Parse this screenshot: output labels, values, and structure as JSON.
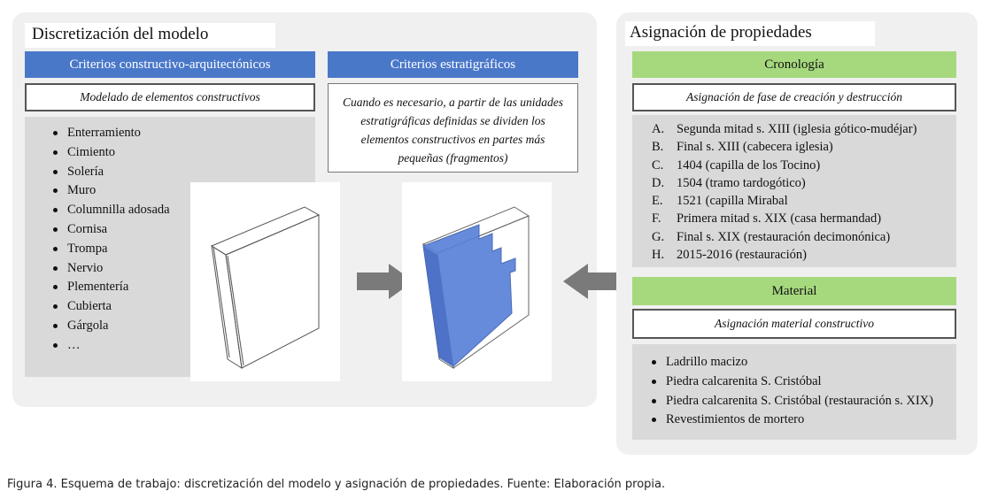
{
  "left_panel": {
    "title": "Discretización del modelo",
    "constructive": {
      "header": "Criterios constructivo-arquitectónicos",
      "subheader": "Modelado de elementos constructivos",
      "items": [
        "Enterramiento",
        "Cimiento",
        "Solería",
        "Muro",
        "Columnilla adosada",
        "Cornisa",
        "Trompa",
        "Nervio",
        "Plementería",
        "Cubierta",
        "Gárgola",
        "…"
      ]
    },
    "stratigraphic": {
      "header": "Criterios estratigráficos",
      "text": "Cuando es necesario, a partir de las unidades estratigráficas definidas se dividen los elementos constructivos en partes más pequeñas (fragmentos)"
    }
  },
  "right_panel": {
    "title": "Asignación de propiedades",
    "chronology": {
      "header": "Cronología",
      "subheader": "Asignación de fase de creación y destrucción",
      "items": [
        {
          "letter": "A.",
          "text": "Segunda mitad s. XIII (iglesia gótico-mudéjar)"
        },
        {
          "letter": "B.",
          "text": "Final s. XIII (cabecera iglesia)"
        },
        {
          "letter": "C.",
          "text": "1404 (capilla de los Tocino)"
        },
        {
          "letter": "D.",
          "text": "1504 (tramo tardogótico)"
        },
        {
          "letter": "E.",
          "text": "1521 (capilla Mirabal"
        },
        {
          "letter": "F.",
          "text": "Primera mitad s. XIX (casa hermandad)"
        },
        {
          "letter": "G.",
          "text": "Final s. XIX (restauración decimonónica)"
        },
        {
          "letter": "H.",
          "text": "2015-2016 (restauración)"
        }
      ]
    },
    "material": {
      "header": "Material",
      "subheader": "Asignación material constructivo",
      "items": [
        "Ladrillo macizo",
        "Piedra calcarenita S. Cristóbal",
        "Piedra calcarenita S. Cristóbal (restauración s. XIX)",
        "Revestimientos de mortero"
      ]
    }
  },
  "caption": "Figura 4. Esquema de trabajo: discretización del modelo y asignación de propiedades. Fuente: Elaboración propia.",
  "colors": {
    "blue_header": "#4a78c9",
    "green_header": "#a6d97e",
    "fragment_fill": "#5a82d8",
    "arrow": "#7a7a7a"
  }
}
